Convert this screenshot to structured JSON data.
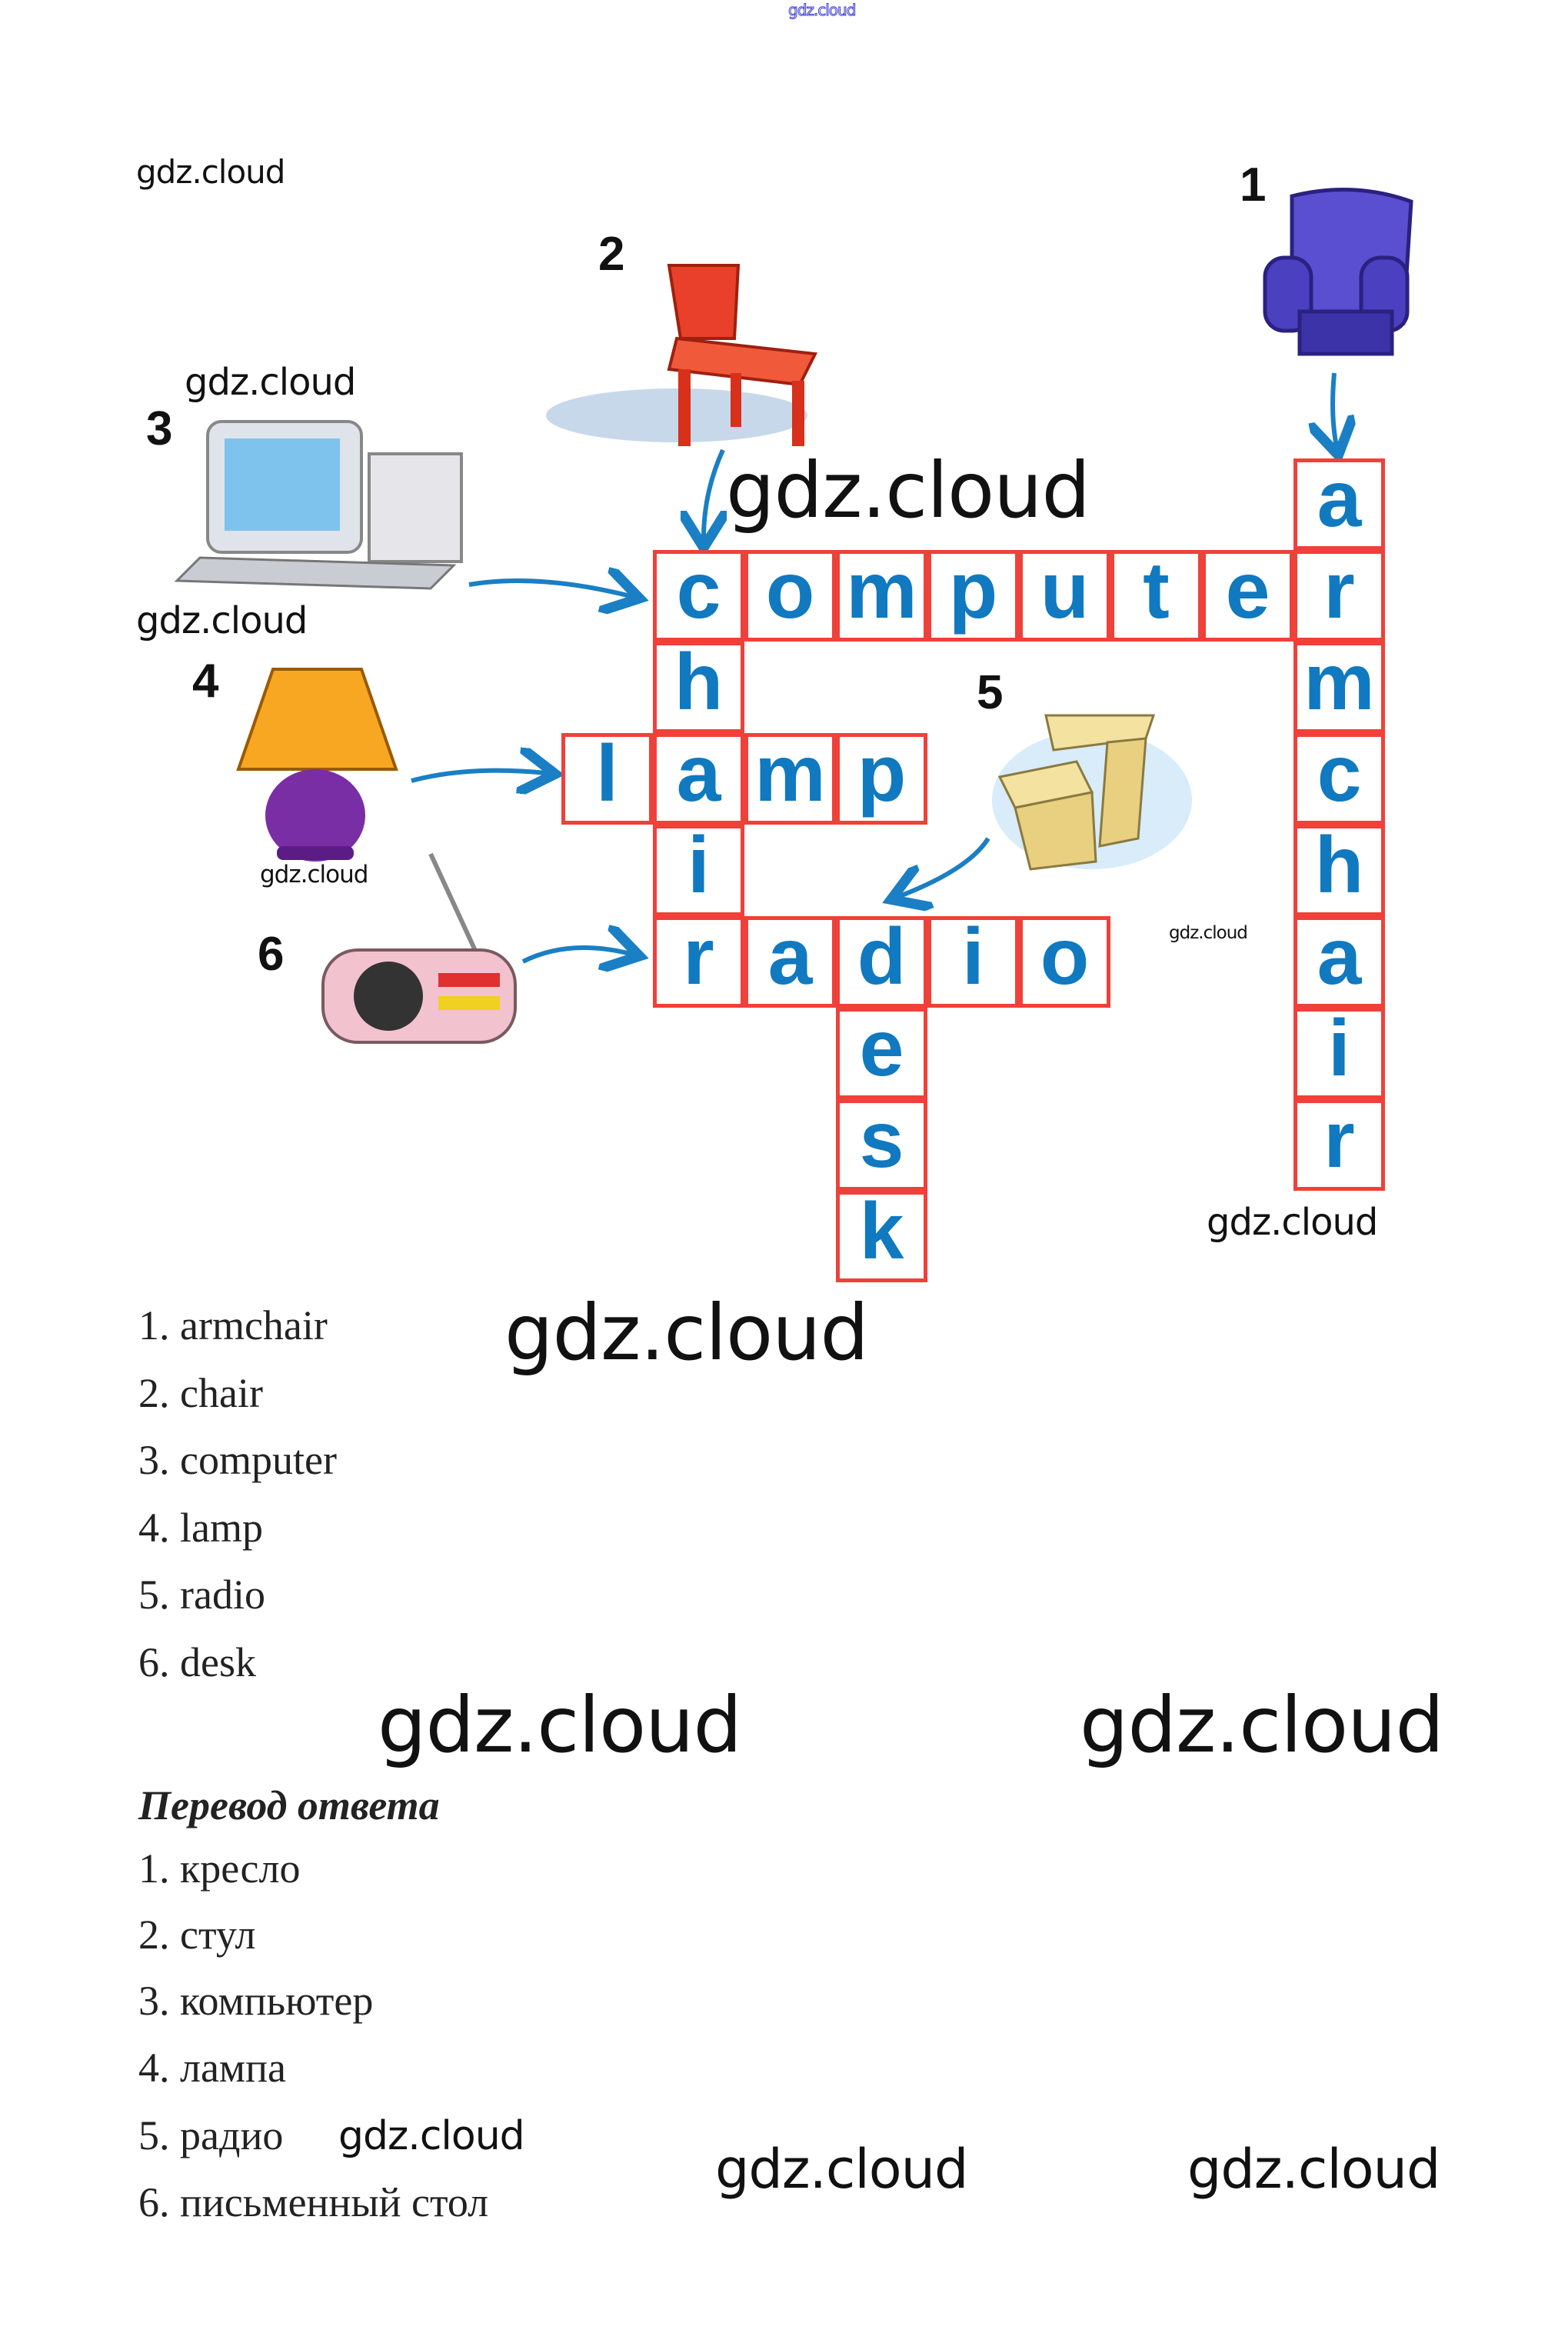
{
  "watermark": "gdz.cloud",
  "clue_numbers": [
    "1",
    "2",
    "3",
    "4",
    "5",
    "6"
  ],
  "pictures": [
    "armchair",
    "chair",
    "computer",
    "lamp",
    "desk",
    "radio"
  ],
  "crossword": {
    "words": [
      "armchair",
      "chair",
      "computer",
      "lamp",
      "radio",
      "desk"
    ],
    "colors": {
      "letters": "#1079c0",
      "borders": "#f0403a",
      "arrows": "#1a7fc4"
    }
  },
  "answers": {
    "items": [
      "1. armchair",
      "2. chair",
      "3. computer",
      "4. lamp",
      "5. radio",
      "6. desk"
    ]
  },
  "translation": {
    "heading": "Перевод ответа",
    "items": [
      "1. кресло",
      "2. стул",
      "3. компьютер",
      "4. лампа",
      "5. радио",
      "6. письменный стол"
    ]
  }
}
